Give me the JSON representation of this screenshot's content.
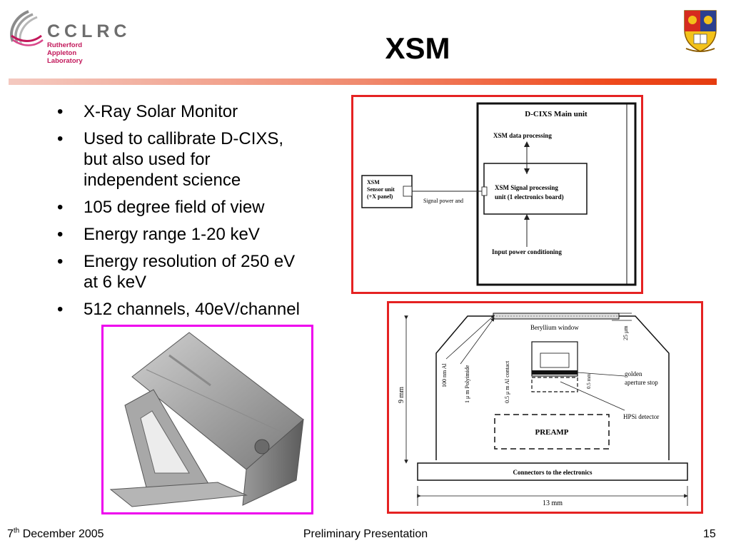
{
  "header": {
    "logo_text": "CCLRC",
    "logo_subtitle": "Rutherford Appleton Laboratory",
    "title": "XSM"
  },
  "bullets": [
    {
      "line1": "X-Ray Solar Monitor"
    },
    {
      "line1": "Used to callibrate D-CIXS,",
      "line2": "but also used for",
      "line3": "independent science"
    },
    {
      "line1": "105 degree field of view"
    },
    {
      "line1": "Energy range 1-20 keV"
    },
    {
      "line1": "Energy resolution of 250 eV",
      "line2": "at 6 keV"
    },
    {
      "line1": "512 channels, 40eV/channel"
    }
  ],
  "block_diagram": {
    "main_unit_title": "D-CIXS Main unit",
    "data_processing": "XSM data processing",
    "signal_processing_line1": "XSM Signal processing",
    "signal_processing_line2": "unit (1 electronics board)",
    "power_conditioning": "Input power conditioning",
    "sensor_line1": "XSM",
    "sensor_line2": "Sensor unit",
    "sensor_line3": "(+X panel)",
    "signal_label": "Signal power and"
  },
  "sensor_diagram": {
    "beryllium_window": "Beryllium window",
    "dim_25um": "25 μm",
    "al_100nm": "100 nm Al",
    "polyimide": "1 μ m Polyimide",
    "al_contact": "0.5 μ m Al contact",
    "dim_05mm": "0.5 mm",
    "golden_line1": "golden",
    "golden_line2": "aperture stop",
    "hpsi": "HPSi detector",
    "dim_9mm": "9 mm",
    "preamp": "PREAMP",
    "connectors": "Connectors to  the electronics",
    "dim_13mm": "13 mm"
  },
  "footer": {
    "date_day": "7",
    "date_suffix": "th",
    "date_rest": " December 2005",
    "center": "Preliminary Presentation",
    "page": "15"
  },
  "colors": {
    "accent_red": "#e52222",
    "photo_border": "#ee00ee",
    "rule_gradient_end": "#e53c10",
    "logo_magenta": "#c2185b"
  }
}
